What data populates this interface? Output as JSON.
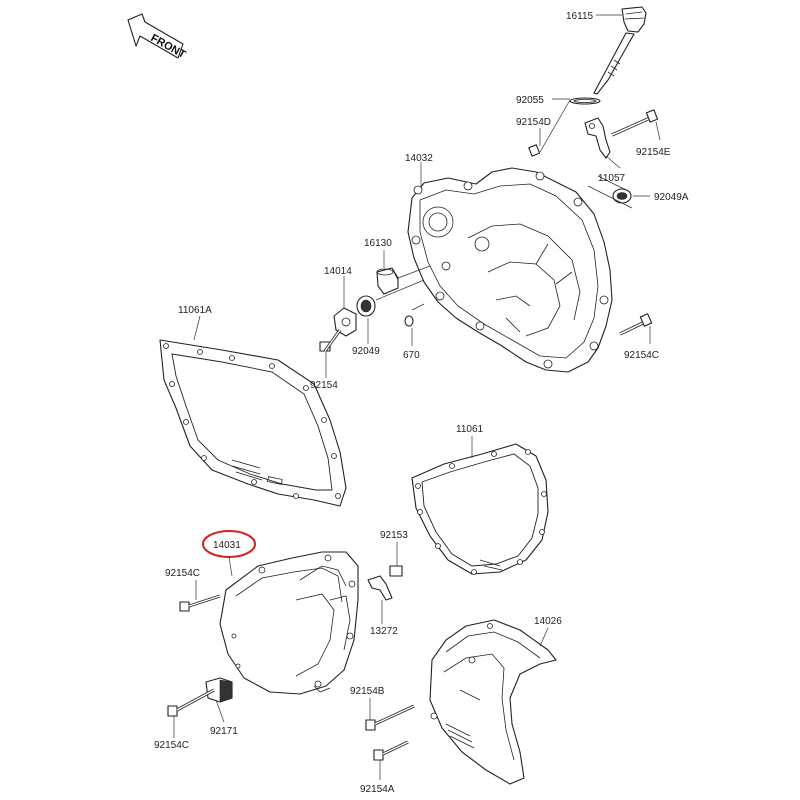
{
  "front_label": "FRONT",
  "highlight_color": "#d62020",
  "labels": {
    "p16115": "16115",
    "p92055": "92055",
    "p92154D": "92154D",
    "p14032": "14032",
    "p92154E": "92154E",
    "p11057": "11057",
    "p92049A": "92049A",
    "p16130": "16130",
    "p14014": "14014",
    "p11061A": "11061A",
    "p92049": "92049",
    "p670": "670",
    "p92154": "92154",
    "p92154C_r": "92154C",
    "p11061": "11061",
    "p14031": "14031",
    "p92153": "92153",
    "p92154C_l": "92154C",
    "p13272": "13272",
    "p14026": "14026",
    "p92154B": "92154B",
    "p92171": "92171",
    "p92154C_b": "92154C",
    "p92154A": "92154A"
  }
}
